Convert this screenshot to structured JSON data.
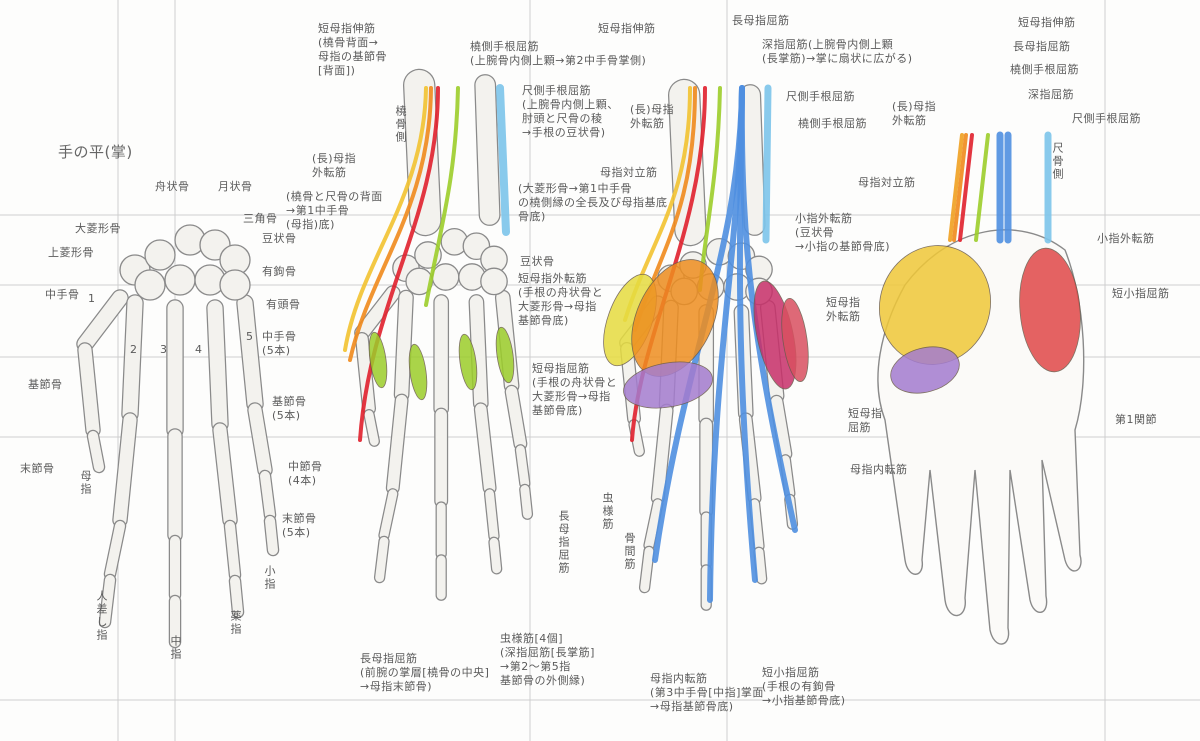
{
  "title": "手の平(掌)",
  "hand1": {
    "scaphoid": "舟状骨",
    "lunate": "月状骨",
    "trapezium": "大菱形骨",
    "trapezoid": "上菱形骨",
    "triquetrum": "三角骨",
    "pisiform": "豆状骨",
    "hamate": "有鉤骨",
    "capitate": "有頭骨",
    "metacarpal": "中手骨",
    "n1": "1",
    "n2": "2",
    "n3": "3",
    "n4": "4",
    "n5": "5",
    "metacarpal5": "中手骨\n(5本)",
    "proximal": "基節骨",
    "proximal5": "基節骨\n(5本)",
    "distal": "末節骨",
    "middle4": "中節骨\n(4本)",
    "distal5": "末節骨\n(5本)",
    "thumb": "母指",
    "index": "人差し指",
    "middle_finger": "中指",
    "ring": "薬指",
    "little": "小指"
  },
  "hand2": {
    "epb": "短母指伸筋\n(橈骨背面→\n母指の基節骨\n[背面])",
    "fcr": "橈側手根屈筋\n(上腕骨内側上顆→第2中手骨掌側)",
    "fcu": "尺側手根屈筋\n(上腕骨内側上顆、\n肘頭と尺骨の稜\n→手根の豆状骨)",
    "radial_side": "橈骨側",
    "apl": "(長)母指\n外転筋",
    "apl_detail": "(橈骨と尺骨の背面\n→第1中手骨\n(母指)底)",
    "pisiform": "豆状骨",
    "fpl": "長母指屈筋\n(前腕の掌層[橈骨の中央]\n→母指末節骨)",
    "lumbricals": "虫様筋[4個]\n(深指屈筋[長掌筋]\n→第2～第5指\n基節骨の外側縁)"
  },
  "hand3": {
    "epb": "短母指伸筋",
    "fpl": "長母指屈筋",
    "fdp": "深指屈筋(上腕骨内側上顆\n(長掌筋)→掌に扇状に広がる)",
    "fcu": "尺側手根屈筋",
    "fcr": "橈側手根屈筋",
    "apl": "(長)母指\n外転筋",
    "opponens": "母指対立筋",
    "opponens_detail": "(大菱形骨→第1中手骨\nの橈側縁の全長及び母指基底\n骨底)",
    "adm": "小指外転筋\n(豆状骨\n→小指の基節骨底)",
    "apb": "短母指外転筋\n(手根の舟状骨と\n大菱形骨→母指\n基節骨底)",
    "fpb": "短母指屈筋\n(手根の舟状骨と\n大菱形骨→母指\n基節骨底)",
    "fpl_v": "長母指屈筋",
    "lumbrical_v": "虫様筋",
    "interossei_v": "骨間筋",
    "adductor": "母指内転筋\n(第3中手骨[中指]掌面\n→母指基節骨底)",
    "fdm": "短小指屈筋\n(手根の有鉤骨\n→小指基節骨底)"
  },
  "hand4": {
    "epb": "短母指伸筋",
    "fpl": "長母指屈筋",
    "fcr": "橈側手根屈筋",
    "fdp": "深指屈筋",
    "fcu": "尺側手根屈筋",
    "apl": "(長)母指\n外転筋",
    "ulnar_side": "尺骨側",
    "opponens": "母指対立筋",
    "adm": "小指外転筋",
    "fdm": "短小指屈筋",
    "apb": "短母指\n外転筋",
    "fpb": "短母指\n屈筋",
    "adductor": "母指内転筋",
    "joint1": "第1関節"
  },
  "colors": {
    "orange": "#f08a1c",
    "yellow": "#f2c230",
    "red": "#e0202c",
    "green": "#9ccd2a",
    "blue": "#4f8fe0",
    "lightblue": "#7cc4ea",
    "purple": "#a47ccf",
    "magenta": "#c8306a",
    "bone": "#f3f2ee",
    "pencil": "#7a7a7a",
    "grid": "#cfcfcf"
  }
}
